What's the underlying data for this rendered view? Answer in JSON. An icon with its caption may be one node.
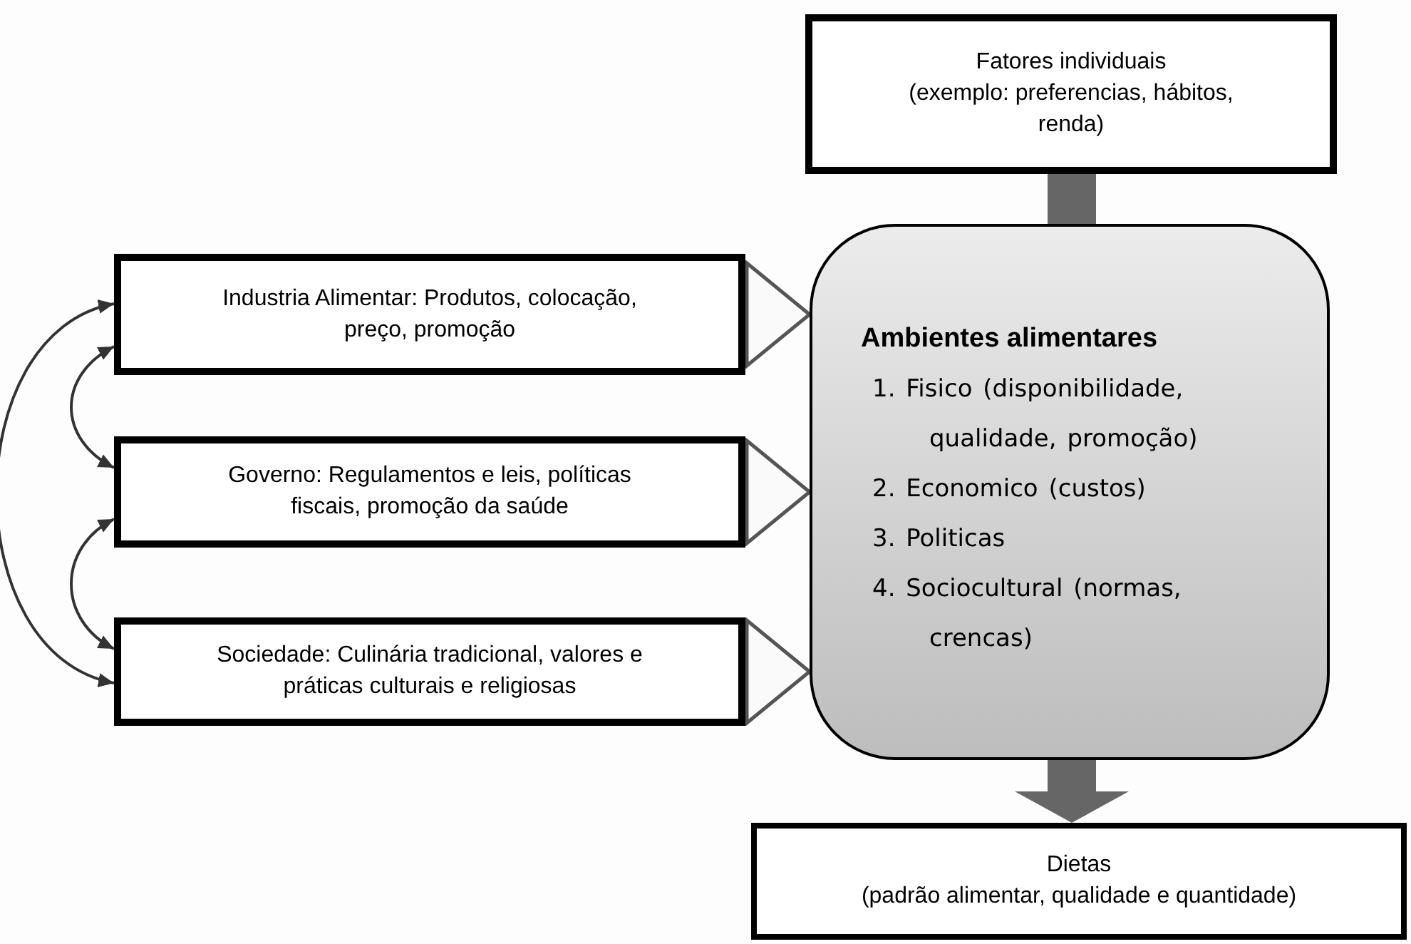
{
  "diagram": {
    "nodes": [
      {
        "text": [
          "Fatores individuais",
          "(exemplo: preferencias, hábitos, renda)"
        ]
      },
      {
        "text": [
          "Industria Alimentar: Produtos, colocação, preço, promoção"
        ]
      },
      {
        "text": [
          "Ambientes alimentares",
          "1. Fisico (disponibilidade, qualidade, promoção)",
          "2. Economico (custos)",
          "3. Politicas",
          "4. Sociocultural (normas, crencas)"
        ]
      },
      {
        "text": [
          "Governo: Regulamentos e leis, políticas fiscais, promoção da saúde"
        ]
      },
      {
        "text": [
          "Sociedade: Culinária tradicional, valores e práticas culturais e religiosas"
        ]
      },
      {
        "text": [
          "Dietas",
          "(padrão alimentar, qualidade e quantidade)"
        ]
      }
    ],
    "edges": [
      {
        "from": 0,
        "to": 2,
        "arrow": "none",
        "style": "thick",
        "color": "#666666"
      },
      {
        "from": 1,
        "to": 2,
        "arrow": "to"
      },
      {
        "from": 3,
        "to": 2,
        "arrow": "to"
      },
      {
        "from": 4,
        "to": 2,
        "arrow": "to"
      },
      {
        "from": 2,
        "to": 5,
        "arrow": "to",
        "style": "thick",
        "color": "#666666"
      },
      {
        "from": 1,
        "to": 3,
        "arrow": "both"
      },
      {
        "from": 3,
        "to": 4,
        "arrow": "both"
      },
      {
        "from": 1,
        "to": 4,
        "arrow": "both"
      }
    ]
  }
}
